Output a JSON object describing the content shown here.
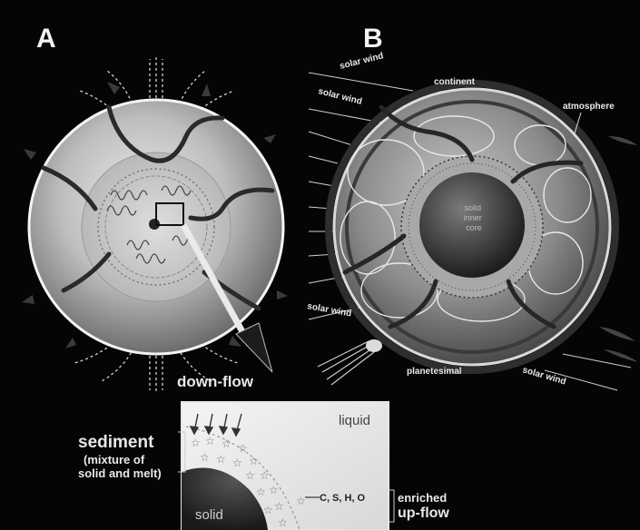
{
  "panels": {
    "a": {
      "letter": "A"
    },
    "b": {
      "letter": "B"
    }
  },
  "labels": {
    "down_flow": "down-flow",
    "solar_wind_1": "solar wind",
    "solar_wind_2": "solar wind",
    "solar_wind_3": "solar wind",
    "solar_wind_4": "solar wind",
    "continent": "continent",
    "atmosphere": "atmosphere",
    "solid_inner_core": [
      "solid",
      "inner",
      "core"
    ],
    "planetesimal": "planetesimal"
  },
  "inset": {
    "sediment_title": "sediment",
    "sediment_sub_1": "(mixture of",
    "sediment_sub_2": "solid and melt)",
    "liquid": "liquid",
    "solid": "solid",
    "elements": "C, S, H, O",
    "enriched": "enriched",
    "up_flow": "up-flow"
  }
}
